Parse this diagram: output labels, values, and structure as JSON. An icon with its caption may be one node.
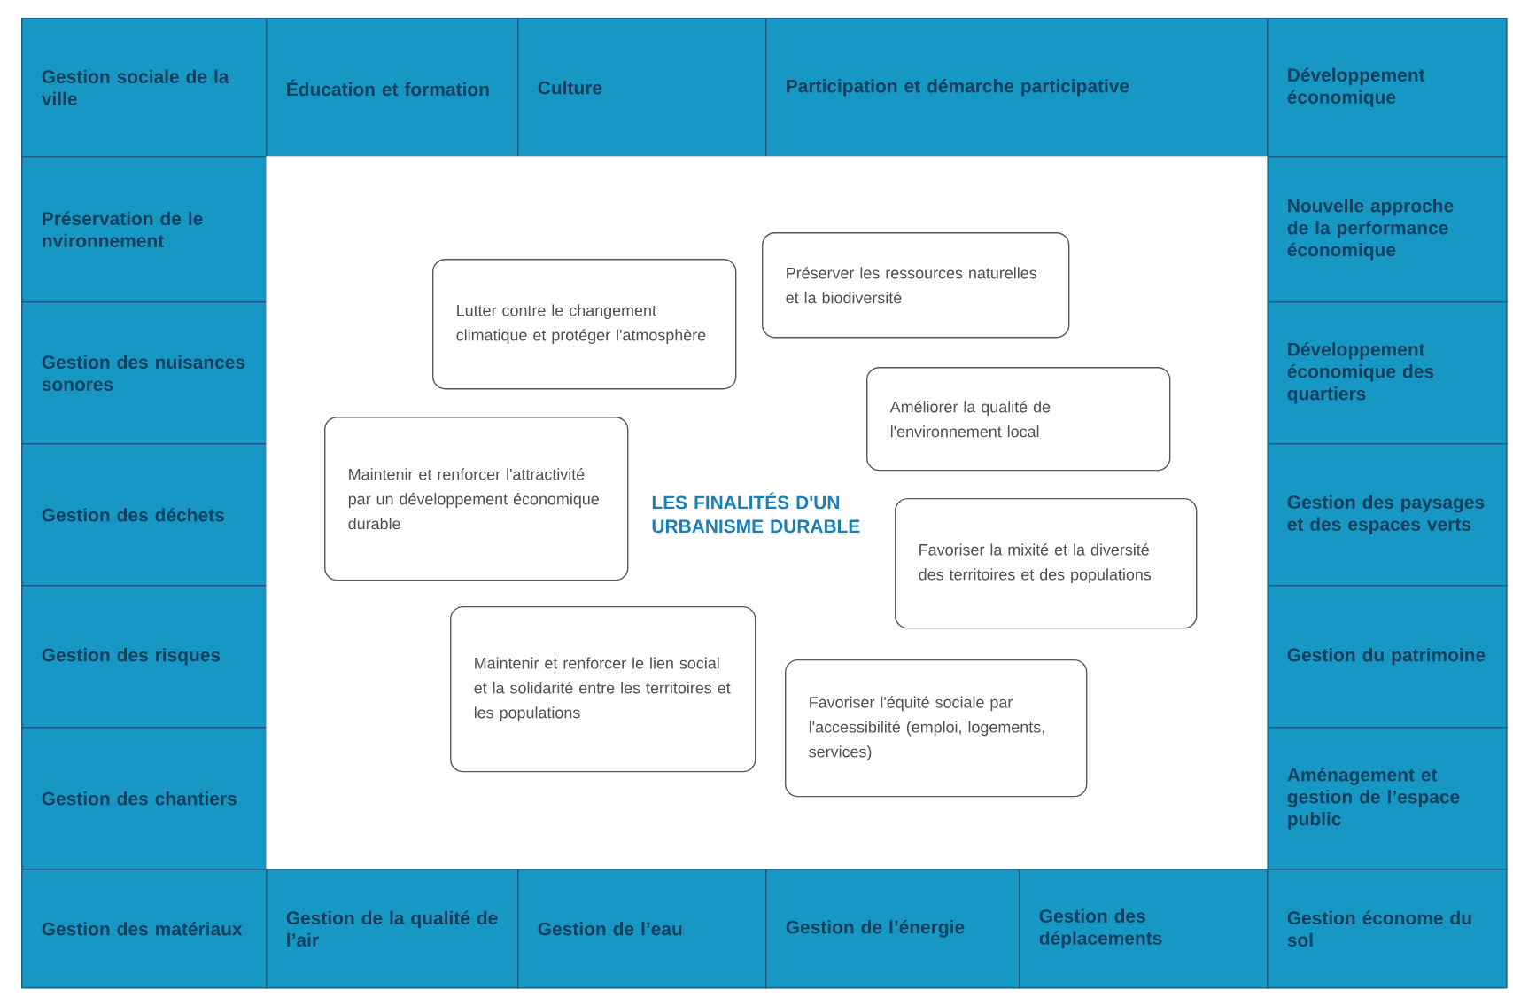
{
  "diagram": {
    "nodes": [
      {
        "text": [
          "Gestion sociale de la ville"
        ]
      },
      {
        "text": [
          "Éducation et formation"
        ]
      },
      {
        "text": [
          "Culture"
        ]
      },
      {
        "text": [
          "Participation et démarche participative"
        ]
      },
      {
        "text": [
          "Développement économique"
        ]
      },
      {
        "text": [
          "Préservation de le nvironnement"
        ]
      },
      {
        "text": [
          "Gestion des nuisances sonores"
        ]
      },
      {
        "text": [
          "Gestion des déchets"
        ]
      },
      {
        "text": [
          "Gestion des risques"
        ]
      },
      {
        "text": [
          "Gestion des chantiers"
        ]
      },
      {
        "text": [
          "Nouvelle approche de la performance économique"
        ]
      },
      {
        "text": [
          "Développement économique des quartiers"
        ]
      },
      {
        "text": [
          "Gestion des paysages et des espaces verts"
        ]
      },
      {
        "text": [
          "Gestion du patrimoine"
        ]
      },
      {
        "text": [
          "Aménagement et gestion de l’espace public"
        ]
      },
      {
        "text": [
          "Gestion des matériaux"
        ]
      },
      {
        "text": [
          "Gestion de la qualité de l’air"
        ]
      },
      {
        "text": [
          "Gestion de l’eau"
        ]
      },
      {
        "text": [
          "Gestion de l’énergie"
        ]
      },
      {
        "text": [
          "Gestion des déplacements"
        ]
      },
      {
        "text": [
          "Gestion économe du sol"
        ]
      },
      {
        "text": [
          "LES FINALITÉS D'UN URBANISME DURABLE"
        ]
      },
      {
        "text": [
          "Préserver les ressources naturelles et la biodiversité"
        ],
        "in": 21
      },
      {
        "text": [
          "Lutter contre le changement climatique et protéger l'atmosphère"
        ],
        "in": 21
      },
      {
        "text": [
          "Améliorer la qualité de l'environnement local"
        ],
        "in": 21
      },
      {
        "text": [
          "Maintenir et renforcer l'attractivité par un développement économique durable"
        ],
        "in": 21
      },
      {
        "text": [
          "Favoriser la mixité et la diversité des territoires et des populations"
        ],
        "in": 21
      },
      {
        "text": [
          "Maintenir et renforcer le lien social et la solidarité entre les territoires et les populations"
        ],
        "in": 21
      },
      {
        "text": [
          "Favoriser l'équité sociale par l'accessibilité (emploi, logements, services)"
        ],
        "in": 21
      }
    ]
  }
}
